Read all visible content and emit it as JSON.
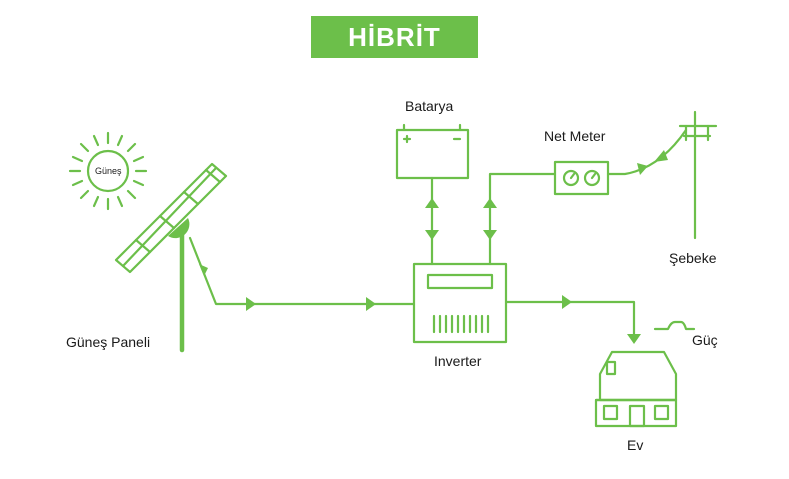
{
  "title": "HİBRİT",
  "colors": {
    "accent": "#6cbf4a",
    "text": "#1a1a1a",
    "background": "#ffffff"
  },
  "labels": {
    "sun": "Güneş",
    "solar_panel": "Güneş Paneli",
    "battery": "Batarya",
    "net_meter": "Net Meter",
    "grid": "Şebeke",
    "inverter": "Inverter",
    "power": "Güç",
    "house": "Ev"
  },
  "icons": [
    "sun-icon",
    "solar-panel-icon",
    "battery-icon",
    "net-meter-icon",
    "utility-pole-icon",
    "inverter-icon",
    "power-wave-icon",
    "house-icon"
  ]
}
